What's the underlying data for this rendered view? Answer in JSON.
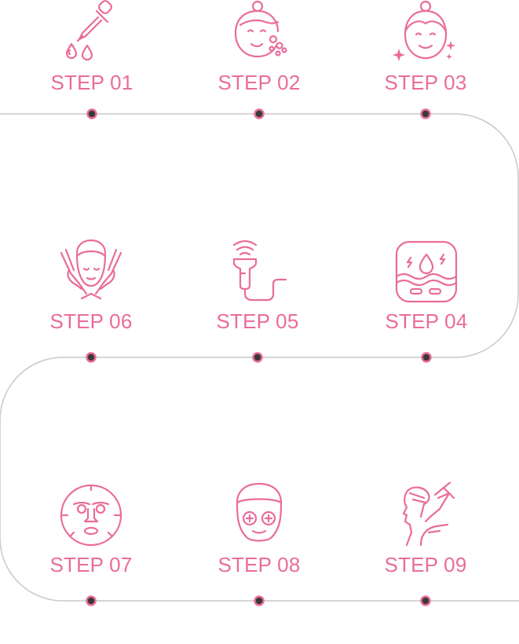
{
  "accent_color": "#ea6c9b",
  "line_color": "#c9c9c9",
  "dot_color": "#3a3a3a",
  "steps": [
    {
      "label": "STEP 01",
      "icon": "serum-dropper-icon"
    },
    {
      "label": "STEP 02",
      "icon": "face-cleansing-icon"
    },
    {
      "label": "STEP 03",
      "icon": "glowing-face-icon"
    },
    {
      "label": "STEP 04",
      "icon": "hydration-device-icon"
    },
    {
      "label": "STEP 05",
      "icon": "ultrasonic-wand-icon"
    },
    {
      "label": "STEP 06",
      "icon": "face-massage-icon"
    },
    {
      "label": "STEP 07",
      "icon": "sheet-mask-icon"
    },
    {
      "label": "STEP 08",
      "icon": "cucumber-eye-mask-icon"
    },
    {
      "label": "STEP 09",
      "icon": "neck-treatment-icon"
    }
  ]
}
